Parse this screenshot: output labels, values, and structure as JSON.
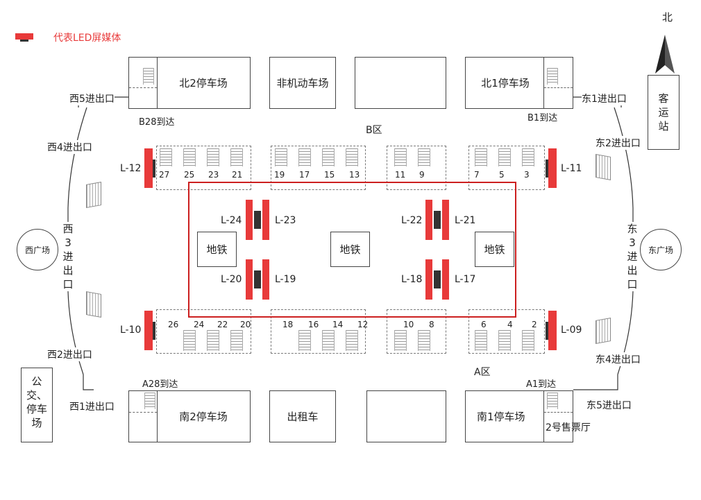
{
  "legend": {
    "label": "代表LED屏媒体",
    "color": "#e83a3a"
  },
  "compass": {
    "label": "北"
  },
  "zones": {
    "b": "B区",
    "a": "A区"
  },
  "buildings": {
    "north2": "北2停车场",
    "nonmotor": "非机动车场",
    "north1": "北1停车场",
    "south2": "南2停车场",
    "taxi": "出租车",
    "south1": "南1停车场",
    "ticket2": "2号售票厅",
    "bus_station": "客运站",
    "bus_parking": "公交、停车场"
  },
  "plazas": {
    "west": "西广场",
    "east": "东广场"
  },
  "exits": {
    "west5": "西5进出口",
    "west4": "西4进出口",
    "west3": "西3进出口",
    "west2": "西2进出口",
    "west1": "西1进出口",
    "east1": "东1进出口",
    "east2": "东2进出口",
    "east3": "东3进出口",
    "east4": "东4进出口",
    "east5": "东5进出口"
  },
  "arrivals": {
    "b28": "B28到达",
    "b1": "B1到达",
    "a28": "A28到达",
    "a1": "A1到达"
  },
  "metro": [
    "地铁",
    "地铁",
    "地铁"
  ],
  "screens": {
    "l12": "L-12",
    "l11": "L-11",
    "l10": "L-10",
    "l09": "L-09",
    "l24": "L-24",
    "l23": "L-23",
    "l22": "L-22",
    "l21": "L-21",
    "l20": "L-20",
    "l19": "L-19",
    "l18": "L-18",
    "l17": "L-17"
  },
  "platforms_top": [
    "27",
    "25",
    "23",
    "21",
    "19",
    "17",
    "15",
    "13",
    "11",
    "9",
    "7",
    "5",
    "3"
  ],
  "platforms_bottom": [
    "26",
    "24",
    "22",
    "20",
    "18",
    "16",
    "14",
    "12",
    "10",
    "8",
    "6",
    "4",
    "2"
  ]
}
